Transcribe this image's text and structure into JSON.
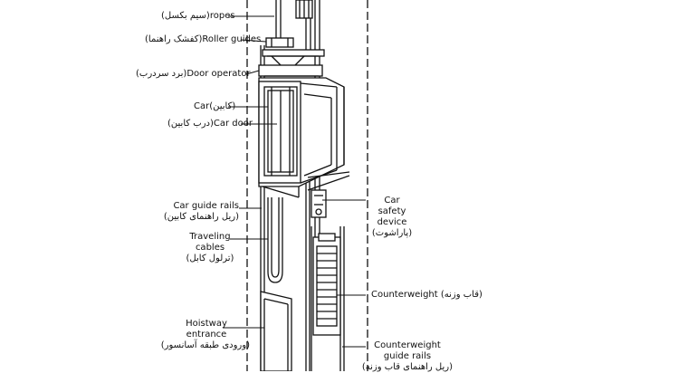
{
  "labels": {
    "ropes": {
      "fa": "(سیم بکسل)",
      "en": "ropes"
    },
    "roller_guides": {
      "fa": "(کفشک راهنما)",
      "en": "Roller guides"
    },
    "door_operator": {
      "fa": "(برد سردرب)",
      "en": "Door operator"
    },
    "car": {
      "fa": "(کابین)",
      "en": "Car"
    },
    "car_door": {
      "fa": "(درب کابین)",
      "en": "Car door"
    },
    "car_guide_rails": {
      "en": "Car guide rails",
      "fa": "(ریل راهنمای کابین)"
    },
    "traveling_cables": {
      "en1": "Traveling",
      "en2": "cables",
      "fa": "(ترلول کابل)"
    },
    "hoistway_entrance": {
      "en1": "Hoistway",
      "en2": "entrance",
      "fa": "(ورودی  طبقه  آسانسور)"
    },
    "car_safety_device": {
      "en1": "Car",
      "en2": "safety",
      "en3": "device",
      "fa": "(پاراشوت)"
    },
    "counterweight": {
      "en": "Counterweight",
      "fa": "(قاب وزنه)"
    },
    "counterweight_guide_rails": {
      "en1": "Counterweight",
      "en2": "guide rails",
      "fa": "(ریل راهنمای قاب وزنه)"
    }
  }
}
